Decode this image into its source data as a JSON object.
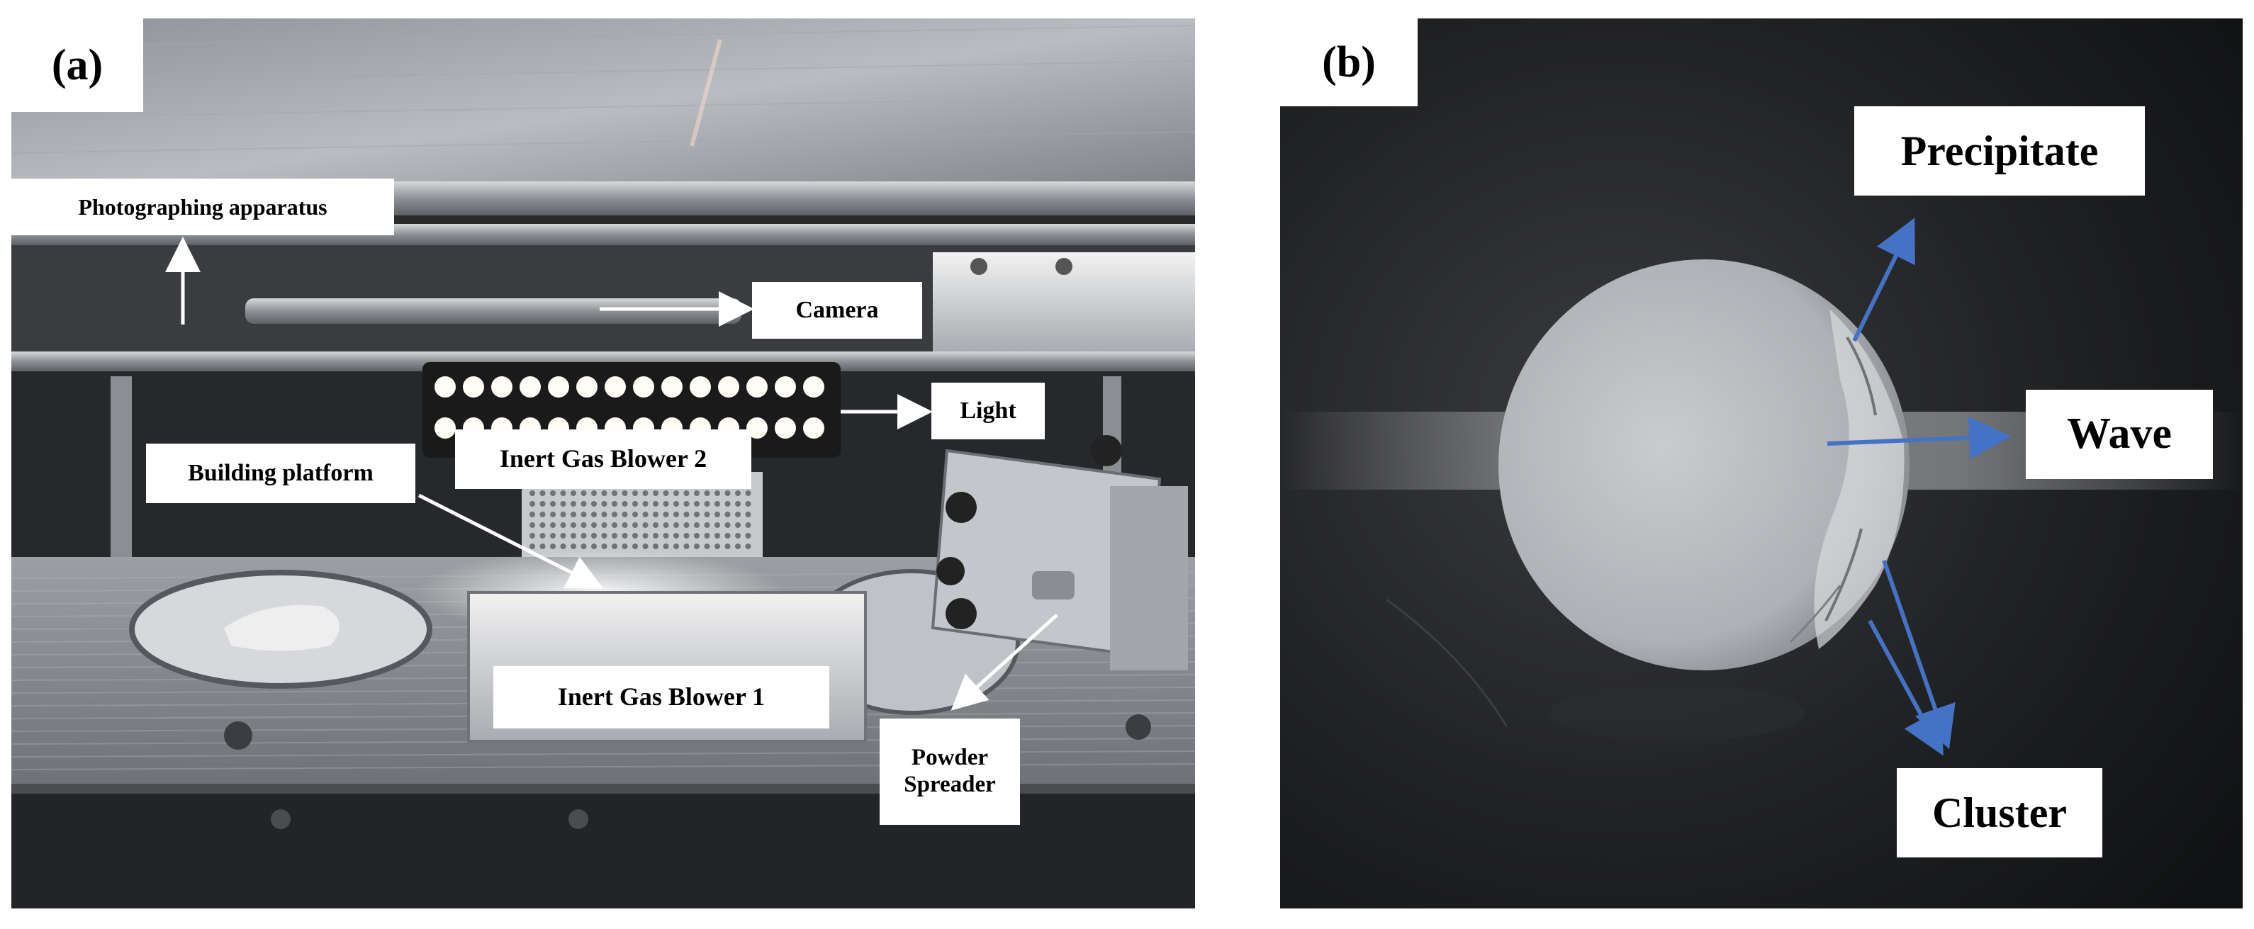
{
  "figure": {
    "panel_a": {
      "label": "(a)",
      "annotations": {
        "photographing_apparatus": "Photographing apparatus",
        "camera": "Camera",
        "light": "Light",
        "building_platform": "Building platform",
        "inert_gas_blower_2": "Inert Gas Blower 2",
        "inert_gas_blower_1": "Inert Gas Blower 1",
        "powder_spreader_line1": "Powder",
        "powder_spreader_line2": "Spreader"
      }
    },
    "panel_b": {
      "label": "(b)",
      "annotations": {
        "precipitate": "Precipitate",
        "wave": "Wave",
        "cluster": "Cluster"
      }
    }
  },
  "colors": {
    "arrow_white": "#ffffff",
    "arrow_blue": "#4472c4",
    "label_bg": "#ffffff"
  }
}
